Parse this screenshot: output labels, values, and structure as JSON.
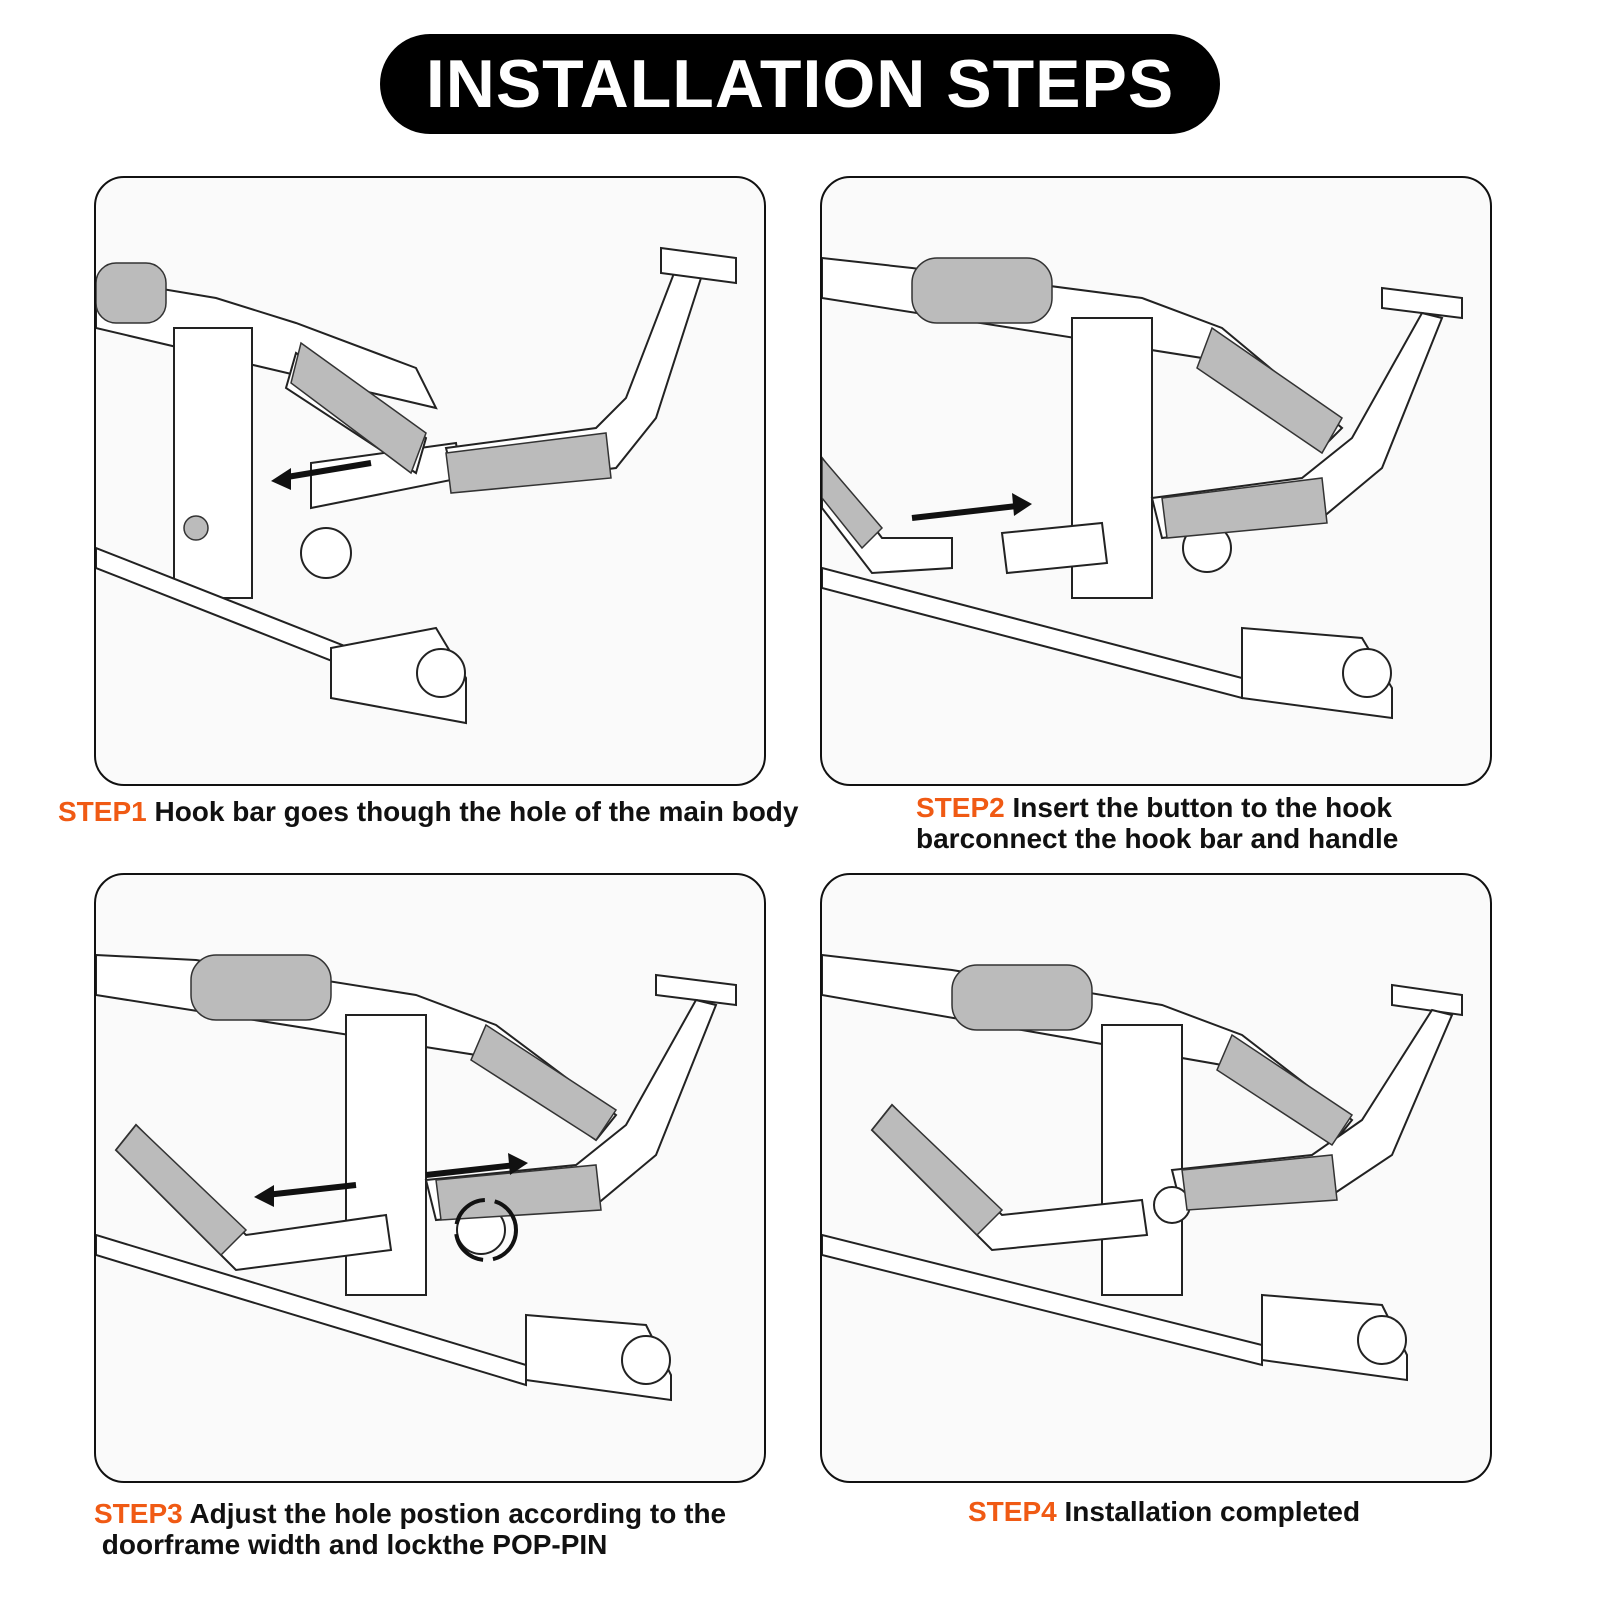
{
  "title": "INSTALLATION STEPS",
  "accent_color": "#f05a14",
  "steps": [
    {
      "label": "STEP1",
      "text": "Hook bar goes though the hole of the main body"
    },
    {
      "label": "STEP2",
      "text": "Insert the button to the hook",
      "text2": "barconnect the hook bar and handle"
    },
    {
      "label": "STEP3",
      "text": "Adjust the hole postion according to the",
      "text2": "doorframe width and lockthe POP-PIN"
    },
    {
      "label": "STEP4",
      "text": "Installation completed"
    }
  ]
}
